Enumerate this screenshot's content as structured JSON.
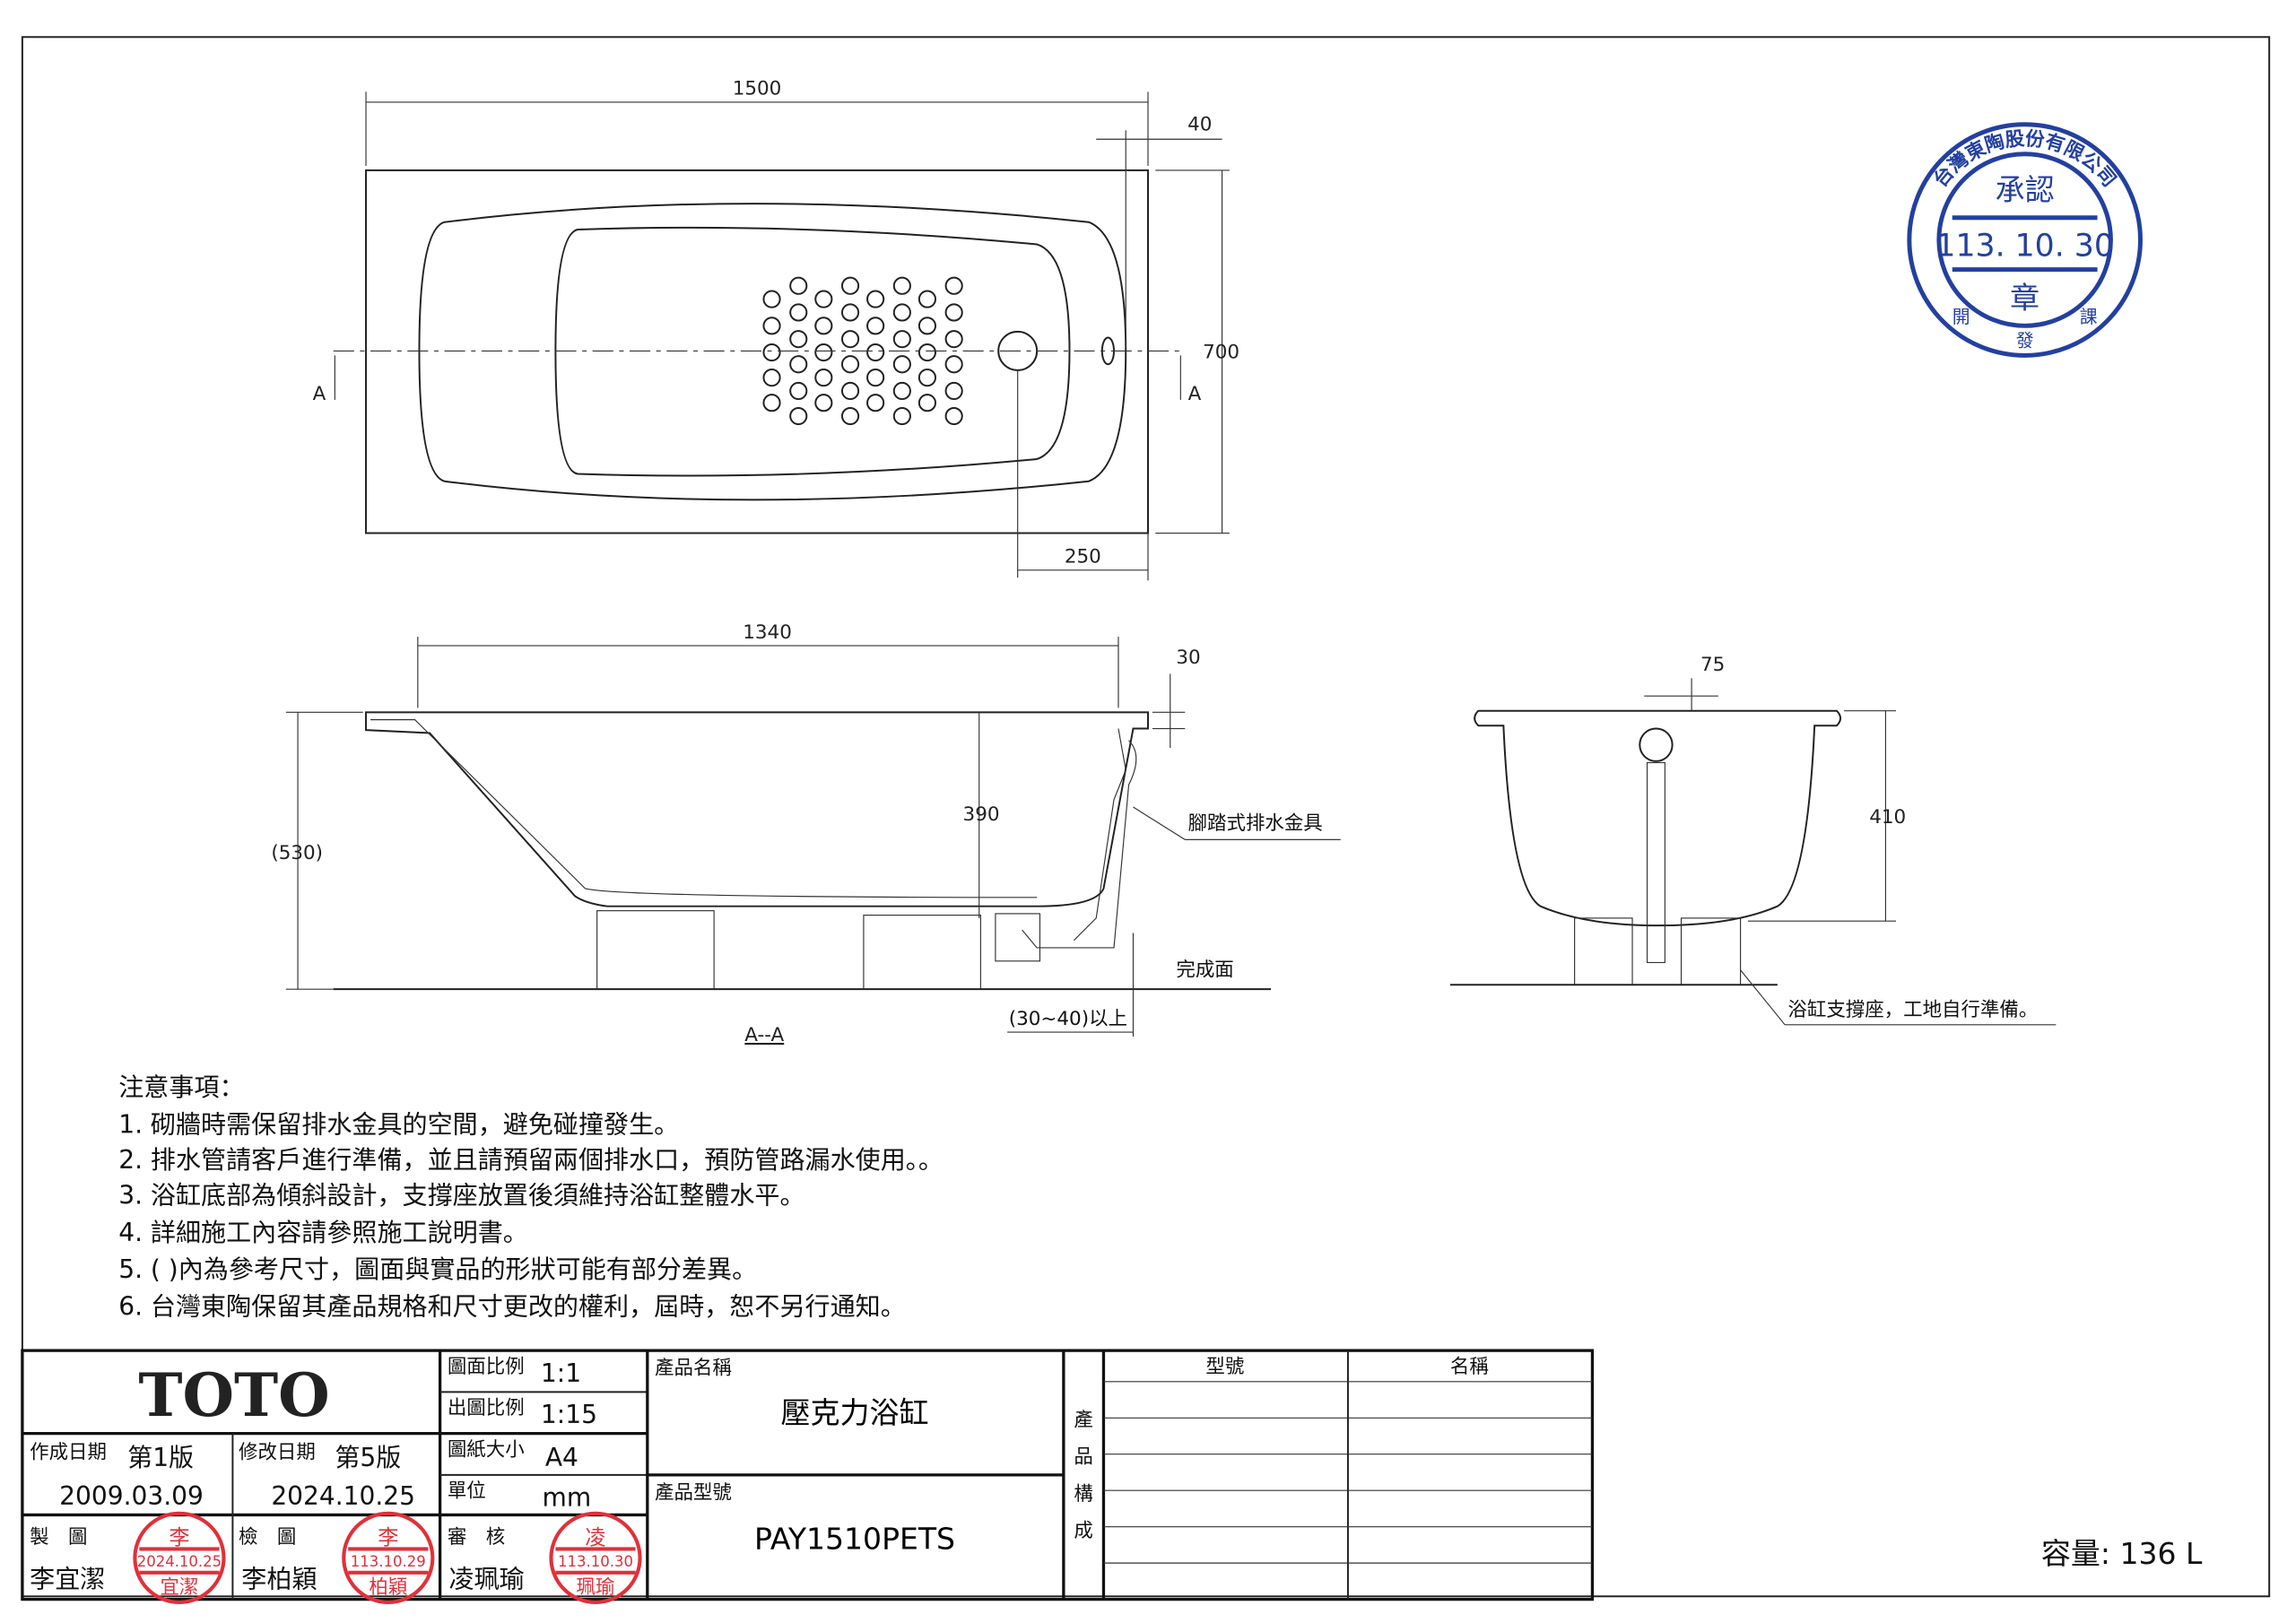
{
  "drawing": {
    "dimensions": {
      "length": "1500",
      "rim": "40",
      "width": "700",
      "drain_offset": "250",
      "inner_length": "1340",
      "rim_height": "30",
      "depth": "390",
      "overall_height": "(530)",
      "drain_width": "75",
      "end_depth": "410",
      "floor_clearance": "(30~40)以上"
    },
    "labels": {
      "section_mark": "A",
      "section_title": "A--A",
      "drain_fitting": "腳踏式排水金具",
      "finished_floor": "完成面",
      "support_note": "浴缸支撐座，工地自行準備。"
    }
  },
  "notes": {
    "title": "注意事項：",
    "items": [
      "1. 砌牆時需保留排水金具的空間，避免碰撞發生。",
      "2. 排水管請客戶進行準備，並且請預留兩個排水口，預防管路漏水使用。。",
      "3. 浴缸底部為傾斜設計，支撐座放置後須維持浴缸整體水平。",
      "4. 詳細施工內容請參照施工說明書。",
      "5. (     )內為參考尺寸，圖面與實品的形狀可能有部分差異。",
      "6. 台灣東陶保留其產品規格和尺寸更改的權利，屆時，恕不另行通知。"
    ]
  },
  "title_block": {
    "logo": "TOTO",
    "created_label": "作成日期",
    "created_version": "第1版",
    "created_date": "2009.03.09",
    "modified_label": "修改日期",
    "modified_version": "第5版",
    "modified_date": "2024.10.25",
    "drawn_label": "製　圖",
    "drawn_by": "李宜潔",
    "checked_label": "檢　圖",
    "checked_by": "李柏穎",
    "approved_label": "審　核",
    "approved_by": "凌珮瑜",
    "scale_label": "圖面比例",
    "scale": "1:1",
    "print_scale_label": "出圖比例",
    "print_scale": "1:15",
    "paper_label": "圖紙大小",
    "paper": "A4",
    "unit_label": "單位",
    "unit": "mm",
    "product_name_label": "產品名稱",
    "product_name": "壓克力浴缸",
    "product_model_label": "產品型號",
    "product_model": "PAY1510PETS",
    "composition_label": [
      "產",
      "品",
      "構",
      "成"
    ],
    "table_headers": [
      "型號",
      "名稱"
    ],
    "capacity": "容量: 136 L"
  },
  "stamps": {
    "approval": {
      "company": "台灣東陶股份有限公司",
      "title": "承認",
      "date": "113. 10. 30",
      "seal": "章",
      "dept": [
        "開",
        "發",
        "課"
      ]
    },
    "drawn": {
      "top": "李",
      "date": "2024.10.25",
      "bottom": "宜潔"
    },
    "checked": {
      "top": "李",
      "date": "113.10.29",
      "bottom": "柏穎"
    },
    "approved": {
      "top": "凌",
      "date": "113.10.30",
      "bottom": "珮瑜"
    }
  },
  "colors": {
    "stamp_red": "#e0303a",
    "stamp_blue": "#2340a0"
  }
}
